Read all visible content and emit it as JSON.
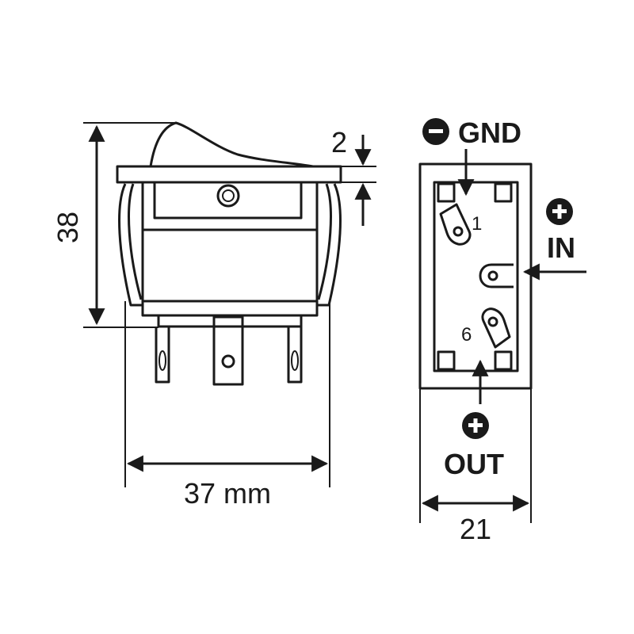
{
  "dimensions": {
    "height": "38",
    "rocker_thickness": "2",
    "width": "37 mm",
    "side_width": "21"
  },
  "terminals": {
    "pin_1": "1",
    "pin_6": "6"
  },
  "connections": {
    "gnd": {
      "label": "GND",
      "symbol": "−"
    },
    "in": {
      "label": "IN",
      "symbol": "+"
    },
    "out": {
      "label": "OUT",
      "symbol": "+"
    }
  },
  "colors": {
    "line": "#1a1a1a",
    "background": "#ffffff"
  }
}
